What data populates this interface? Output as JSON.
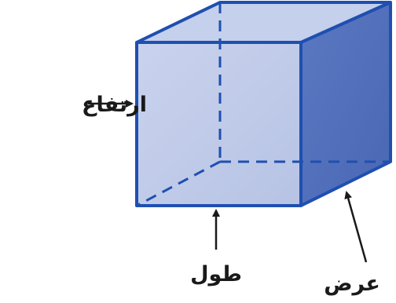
{
  "labels": {
    "height": "ارتفاع",
    "length": "طول",
    "width": "عرض"
  },
  "colors": {
    "front_face": "#b7c3e4",
    "front_face_light": "#c9d3ee",
    "top_face": "#c4d0ec",
    "side_face": "#5b78c2",
    "side_face_dark": "#4a67b4",
    "edge": "#1f4fb0",
    "arrow": "#1a1a1a"
  }
}
